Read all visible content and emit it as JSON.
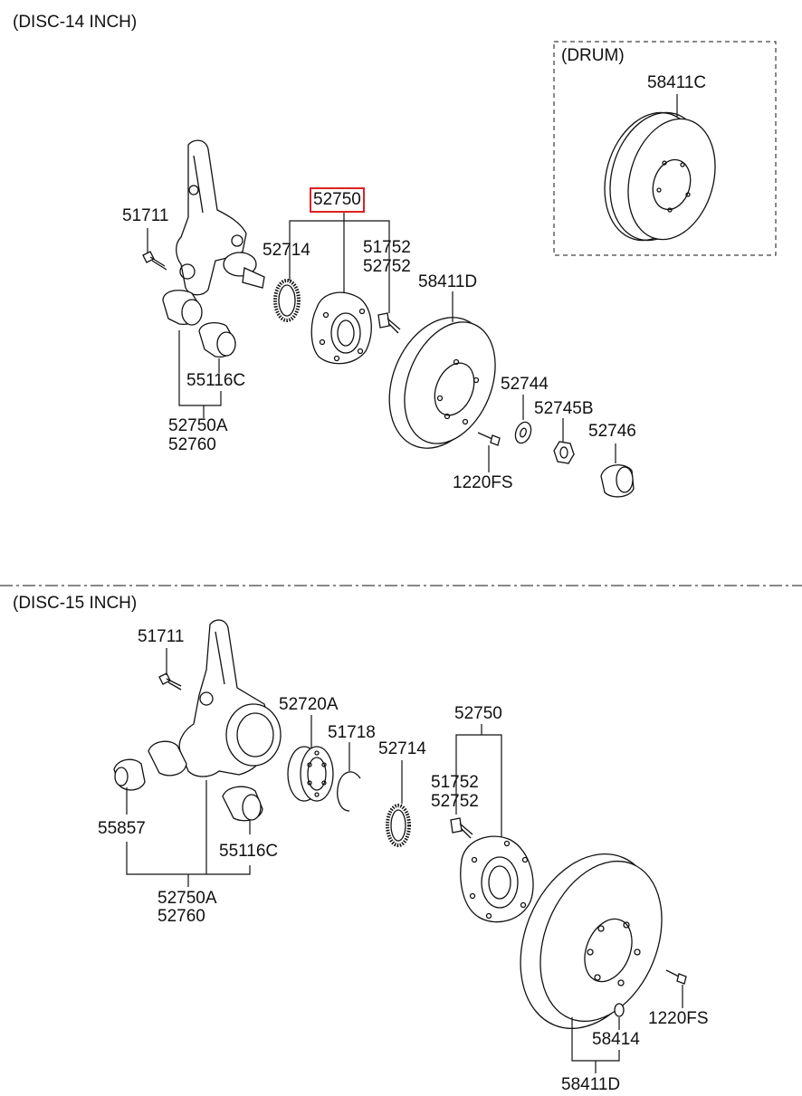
{
  "sections": {
    "disc14": "(DISC-14 INCH)",
    "drum": "(DRUM)",
    "disc15": "(DISC-15 INCH)"
  },
  "labels14": {
    "l51711": "51711",
    "l52750": "52750",
    "l52714": "52714",
    "l51752": "51752",
    "l52752": "52752",
    "l58411D": "58411D",
    "l55116C": "55116C",
    "l52750A": "52750A",
    "l52760": "52760",
    "l52744": "52744",
    "l52745B": "52745B",
    "l52746": "52746",
    "l1220FS": "1220FS",
    "l58411C": "58411C"
  },
  "labels15": {
    "l51711": "51711",
    "l52720A": "52720A",
    "l51718": "51718",
    "l52714": "52714",
    "l52750": "52750",
    "l51752": "51752",
    "l52752": "52752",
    "l55857": "55857",
    "l55116C": "55116C",
    "l52750A": "52750A",
    "l52760": "52760",
    "l1220FS": "1220FS",
    "l58414": "58414",
    "l58411D": "58411D"
  }
}
